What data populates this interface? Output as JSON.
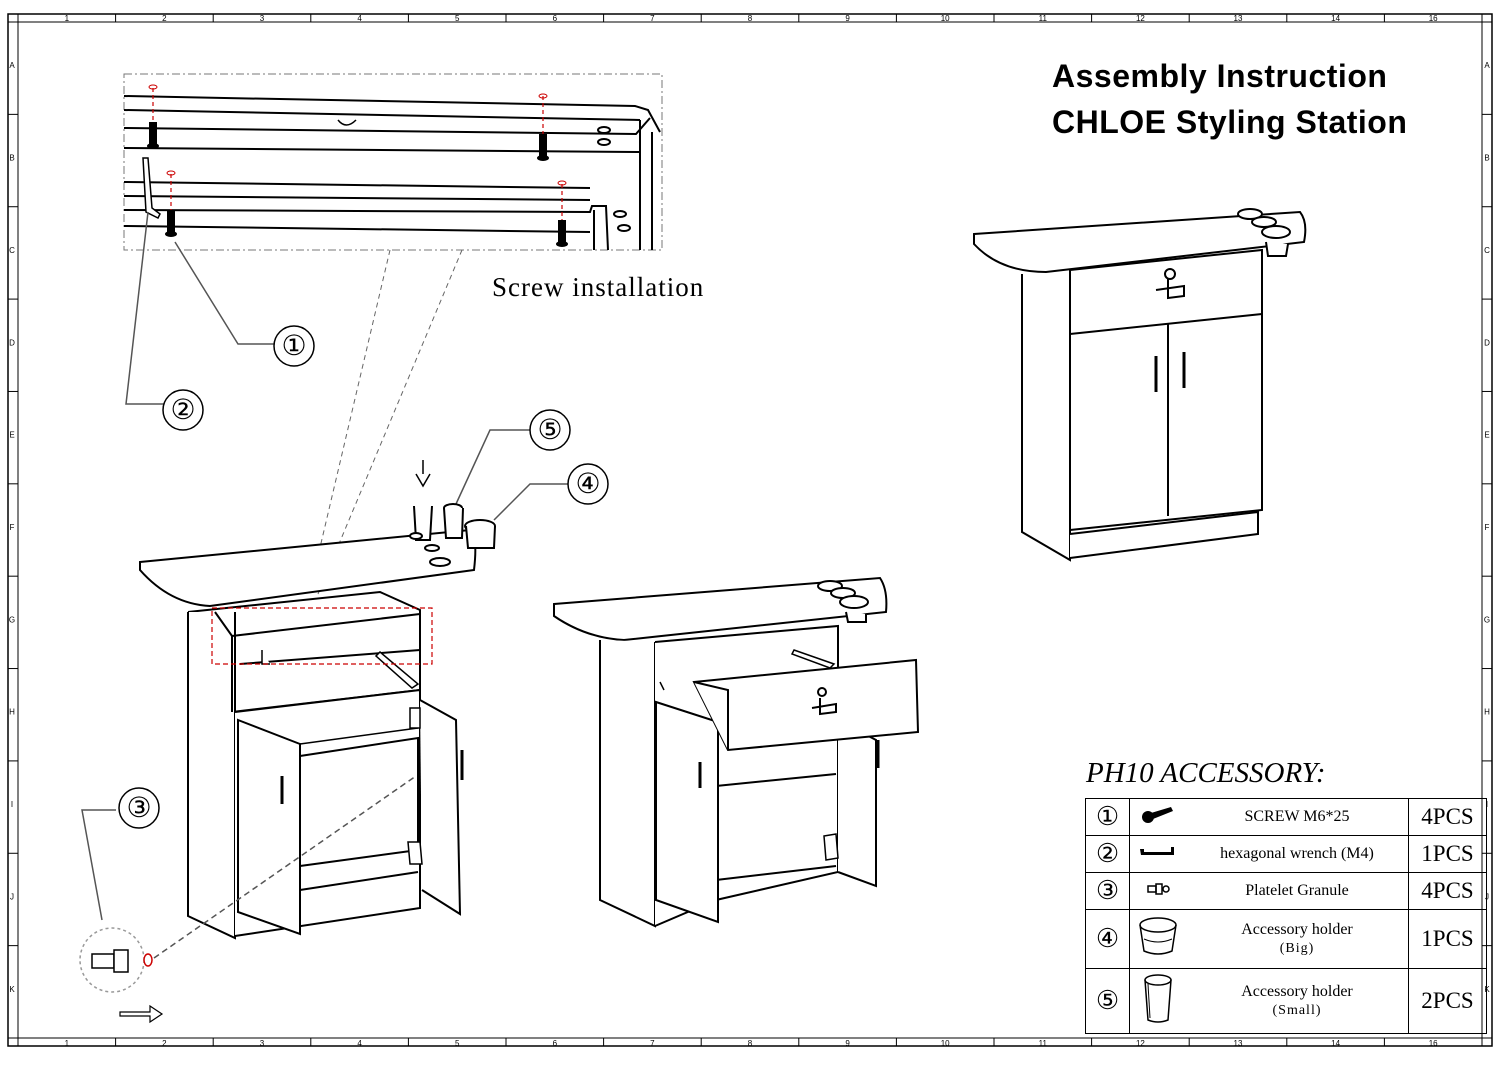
{
  "title": {
    "line1": "Assembly Instruction",
    "line2": "CHLOE Styling Station"
  },
  "detail_caption": "Screw installation",
  "callouts": [
    "①",
    "②",
    "③",
    "④",
    "⑤"
  ],
  "accessory": {
    "heading": "PH10 ACCESSORY:",
    "items": [
      {
        "num": "①",
        "icon": "screw-icon",
        "name": "SCREW M6*25",
        "sub": "",
        "qty": "4PCS"
      },
      {
        "num": "②",
        "icon": "hex-wrench-icon",
        "name": "hexagonal wrench (M4)",
        "sub": "",
        "qty": "1PCS"
      },
      {
        "num": "③",
        "icon": "platelet-granule-icon",
        "name": "Platelet Granule",
        "sub": "",
        "qty": "4PCS"
      },
      {
        "num": "④",
        "icon": "holder-big-icon",
        "name": "Accessory holder",
        "sub": "(Big)",
        "qty": "1PCS"
      },
      {
        "num": "⑤",
        "icon": "holder-small-icon",
        "name": "Accessory holder",
        "sub": "(Small)",
        "qty": "2PCS"
      }
    ]
  },
  "border_grid": {
    "top_numbers": [
      "1",
      "2",
      "3",
      "4",
      "5",
      "6",
      "7",
      "8",
      "9",
      "10",
      "11",
      "12",
      "13",
      "14",
      "16"
    ],
    "side_letters": [
      "A",
      "B",
      "C",
      "D",
      "E",
      "F",
      "G",
      "H",
      "I",
      "J",
      "K"
    ]
  },
  "colors": {
    "line": "#000000",
    "dash_red": "#cc0000",
    "leader": "#555555"
  }
}
